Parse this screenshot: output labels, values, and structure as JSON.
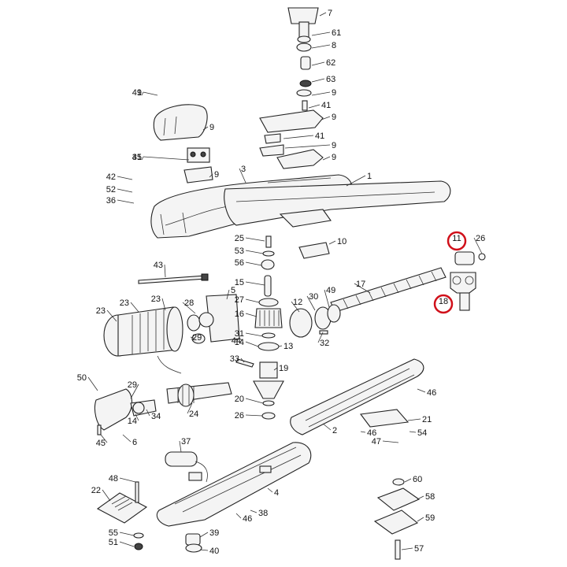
{
  "diagram": {
    "labels": [
      "7",
      "61",
      "8",
      "62",
      "63",
      "9",
      "41",
      "9",
      "41",
      "9",
      "41",
      "35",
      "9",
      "9",
      "9",
      "41",
      "9",
      "42",
      "52",
      "36",
      "3",
      "1",
      "10",
      "25",
      "53",
      "56",
      "26",
      "11",
      "18",
      "43",
      "15",
      "27",
      "16",
      "31",
      "14",
      "13",
      "17",
      "12",
      "30",
      "49",
      "32",
      "5",
      "28",
      "23",
      "23",
      "23",
      "29",
      "44",
      "19",
      "33",
      "50",
      "29",
      "34",
      "24",
      "14",
      "20",
      "26",
      "46",
      "21",
      "2",
      "46",
      "54",
      "47",
      "45",
      "6",
      "37",
      "48",
      "22",
      "4",
      "46",
      "38",
      "55",
      "51",
      "39",
      "40",
      "60",
      "58",
      "59",
      "57"
    ],
    "highlighted": [
      "11",
      "18"
    ],
    "highlight_color": "#d0101a"
  }
}
